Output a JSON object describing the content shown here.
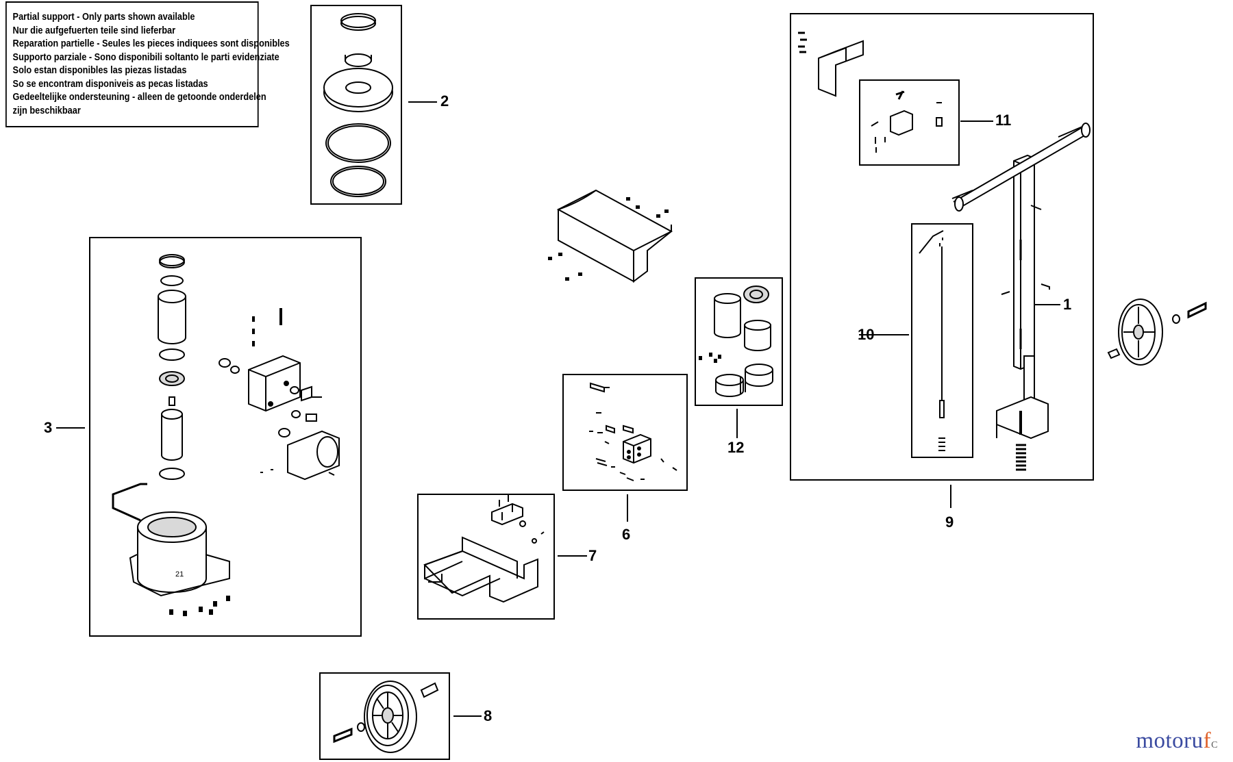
{
  "notice": {
    "lines": [
      "Partial support - Only parts shown available",
      "Nur die aufgefuerten teile sind lieferbar",
      "Reparation partielle - Seules les pieces indiquees sont disponibles",
      "Supporto parziale - Sono disponibili soltanto le parti evidenziate",
      "Solo estan disponibles las piezas listadas",
      "So se encontram disponiveis as pecas listadas",
      "Gedeeltelijke ondersteuning - alleen de getoonde onderdelen",
      "zijn beschikbaar"
    ]
  },
  "callouts": [
    "1",
    "2",
    "3",
    "6",
    "7",
    "8",
    "9",
    "10",
    "11",
    "12"
  ],
  "part_marking": "21",
  "logo": {
    "part1": "motoru",
    "part2": "f",
    "part3": "C"
  },
  "colors": {
    "line": "#000000",
    "background": "#ffffff",
    "shade": "#d9d9d9"
  }
}
